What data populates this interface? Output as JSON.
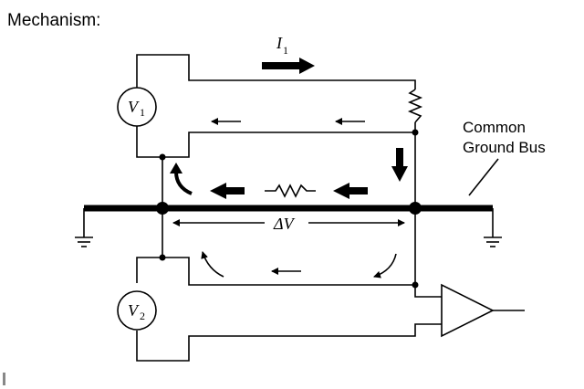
{
  "heading": "Mechanism:",
  "labels": {
    "current": "I",
    "current_sub": "1",
    "meter1": "V",
    "meter1_sub": "1",
    "meter2": "V",
    "meter2_sub": "2",
    "delta_v": "ΔV",
    "bus_line1": "Common",
    "bus_line2": "Ground Bus"
  }
}
